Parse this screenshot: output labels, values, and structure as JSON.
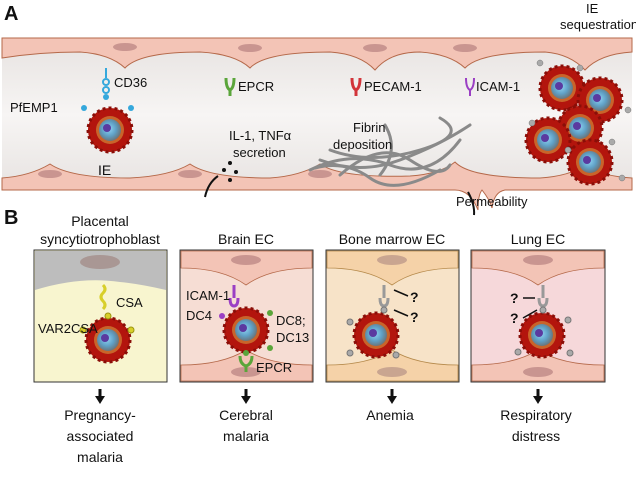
{
  "panel_a": {
    "label": "A",
    "ie_sequestration": [
      "IE",
      "sequestration"
    ],
    "cd36": "CD36",
    "pfemp1": "PfEMP1",
    "ie": "IE",
    "epcr": "EPCR",
    "pecam1": "PECAM-1",
    "icam1": "ICAM-1",
    "secretion": [
      "IL-1, TNFα",
      "secretion"
    ],
    "fibrin": [
      "Fibrin",
      "deposition"
    ],
    "permeability": "Permeability"
  },
  "panel_b": {
    "label": "B",
    "panels": [
      {
        "title": [
          "Placental",
          "syncytiotrophoblast"
        ],
        "outcome": [
          "Pregnancy-",
          "associated",
          "malaria"
        ],
        "labels": [
          "CSA",
          "VAR2CSA"
        ]
      },
      {
        "title": [
          "Brain EC"
        ],
        "outcome": [
          "Cerebral",
          "malaria"
        ],
        "labels": [
          "ICAM-1",
          "DC4",
          "DC8;",
          "DC13",
          "EPCR"
        ]
      },
      {
        "title": [
          "Bone marrow EC"
        ],
        "outcome": [
          "Anemia"
        ],
        "labels": [
          "?",
          "?"
        ]
      },
      {
        "title": [
          "Lung EC"
        ],
        "outcome": [
          "Respiratory",
          "distress"
        ],
        "labels": [
          "?",
          "?"
        ]
      }
    ]
  },
  "colors": {
    "endothelium": "#f3c4b6",
    "endothelium_edge": "#b5694a",
    "lumen": "#efeceb",
    "ie_red": "#b3150d",
    "cd36": "#35a8dc",
    "epcr": "#5aa53a",
    "pecam1": "#d2343a",
    "icam1": "#9b3fc4",
    "var2csa": "#d8cf2a",
    "placenta_bg": "#f8f5cf",
    "brain_bg": "#f6ddd4",
    "marrow_bg": "#f7e3c8",
    "lung_bg": "#f6d8da"
  }
}
